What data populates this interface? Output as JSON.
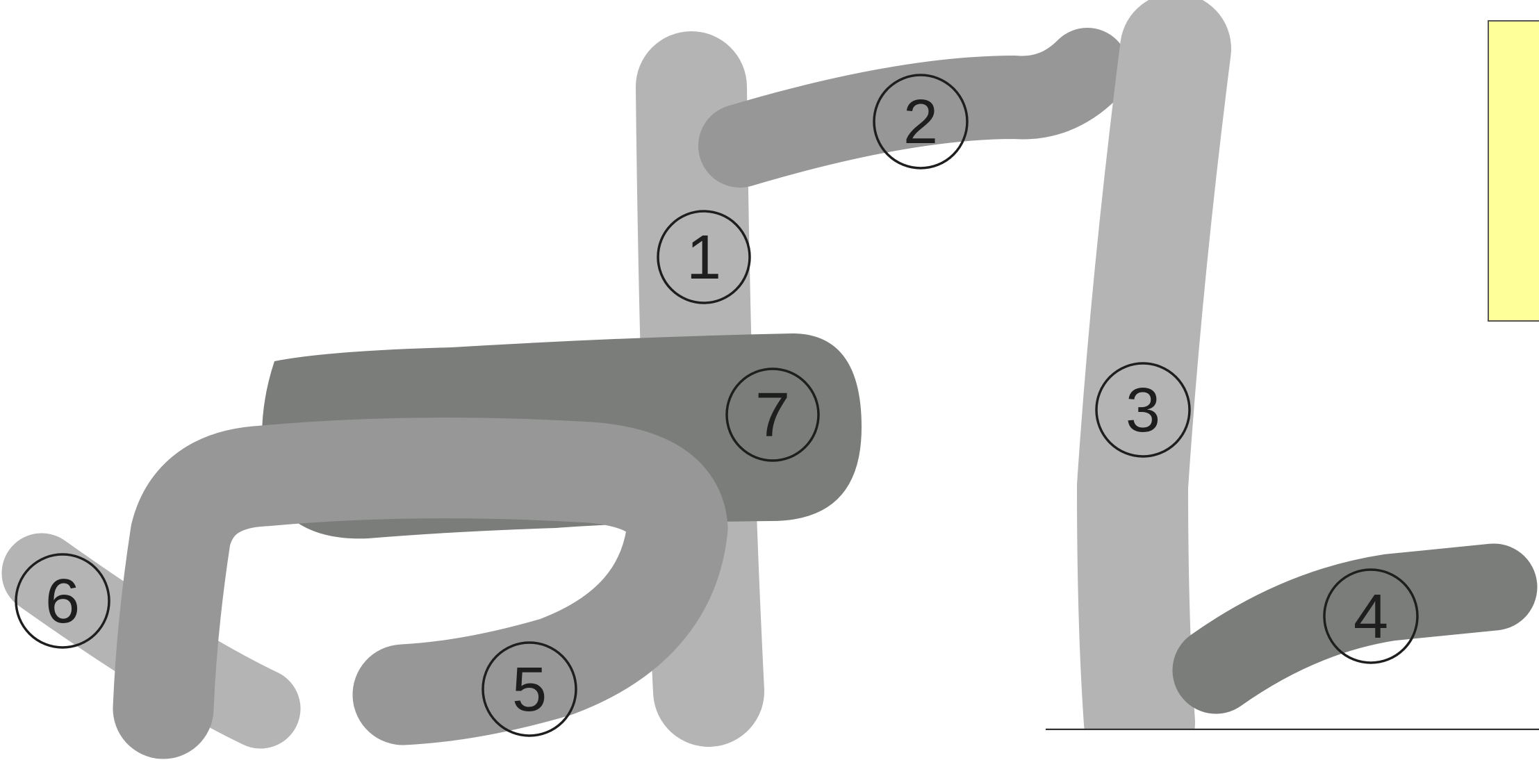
{
  "colors": {
    "background": "#ffffff",
    "light_gray": "#b3b4b3",
    "medium_gray": "#969796",
    "dark_gray": "#7a7d7a",
    "ring": "#1e1e1e",
    "note_fill": "#ffff99",
    "note_border": "#555555",
    "floor_line": "#333333"
  },
  "strokes": [
    {
      "id": "1",
      "label": "①",
      "color": "light_gray"
    },
    {
      "id": "2",
      "label": "②",
      "color": "medium_gray"
    },
    {
      "id": "3",
      "label": "③",
      "color": "light_gray"
    },
    {
      "id": "4",
      "label": "④",
      "color": "dark_gray"
    },
    {
      "id": "5",
      "label": "⑤",
      "color": "medium_gray"
    },
    {
      "id": "6",
      "label": "⑥",
      "color": "light_gray"
    },
    {
      "id": "7",
      "label": "⑦",
      "color": "dark_gray"
    }
  ],
  "note": {
    "text": ""
  }
}
